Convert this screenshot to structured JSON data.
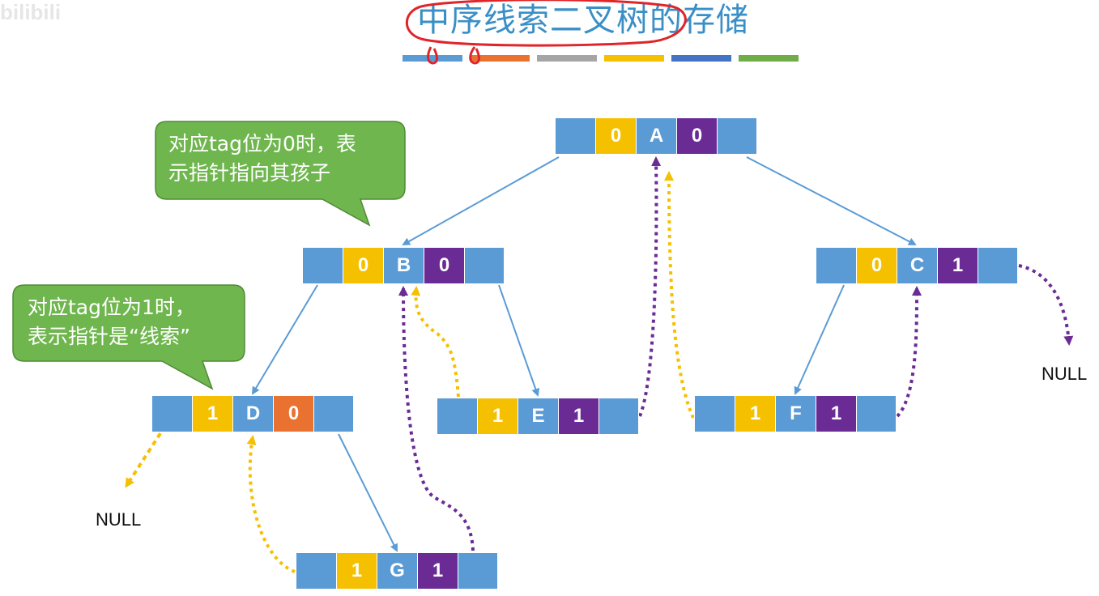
{
  "watermark": "bilibili",
  "title": "中序线索二叉树的存储",
  "color_bars": [
    "#5b9bd5",
    "#ea7230",
    "#a5a5a5",
    "#f5c000",
    "#4472c4",
    "#70ad47"
  ],
  "callouts": {
    "tag0": {
      "line1": "对应tag位为0时，表",
      "line2": "示指针指向其孩子"
    },
    "tag1": {
      "line1": "对应tag位为1时，",
      "line2": "表示指针是“线索”"
    }
  },
  "nodes": {
    "A": {
      "ltag": "0",
      "data": "A",
      "rtag": "0"
    },
    "B": {
      "ltag": "0",
      "data": "B",
      "rtag": "0"
    },
    "C": {
      "ltag": "0",
      "data": "C",
      "rtag": "1"
    },
    "D": {
      "ltag": "1",
      "data": "D",
      "rtag": "0"
    },
    "E": {
      "ltag": "1",
      "data": "E",
      "rtag": "1"
    },
    "F": {
      "ltag": "1",
      "data": "F",
      "rtag": "1"
    },
    "G": {
      "ltag": "1",
      "data": "G",
      "rtag": "1"
    }
  },
  "null_labels": {
    "right_of_C": "NULL",
    "left_of_D": "NULL"
  },
  "colors": {
    "pointer_cell": "#5b9bd5",
    "ltag_cell": "#f5c000",
    "rtag_cell": "#6a2b95",
    "highlight_tag": "#ea7230",
    "child_edge": "#5b9bd5",
    "predecessor_thread": "#f5c000",
    "successor_thread": "#6a2b95",
    "callout": "#70b64f",
    "annotation": "#e0252a"
  }
}
